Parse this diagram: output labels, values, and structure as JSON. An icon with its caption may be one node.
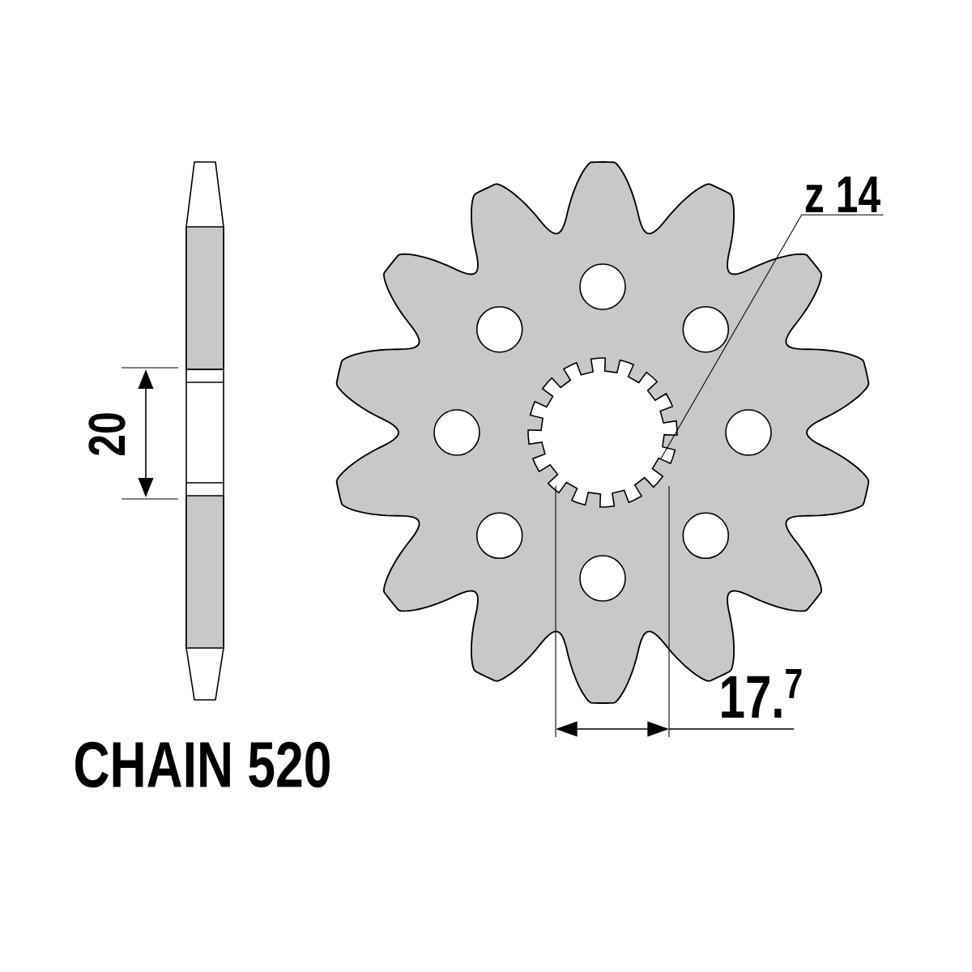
{
  "diagram": {
    "nodes": [
      {
        "text": [
          "z 14"
        ]
      },
      {
        "text": [],
        "shape": "picture"
      }
    ],
    "edges": [
      {
        "from": 0,
        "to": 1,
        "arrow": "none"
      }
    ],
    "labels": [
      "20",
      "17.$^{7}$",
      "CHAIN 520"
    ]
  }
}
